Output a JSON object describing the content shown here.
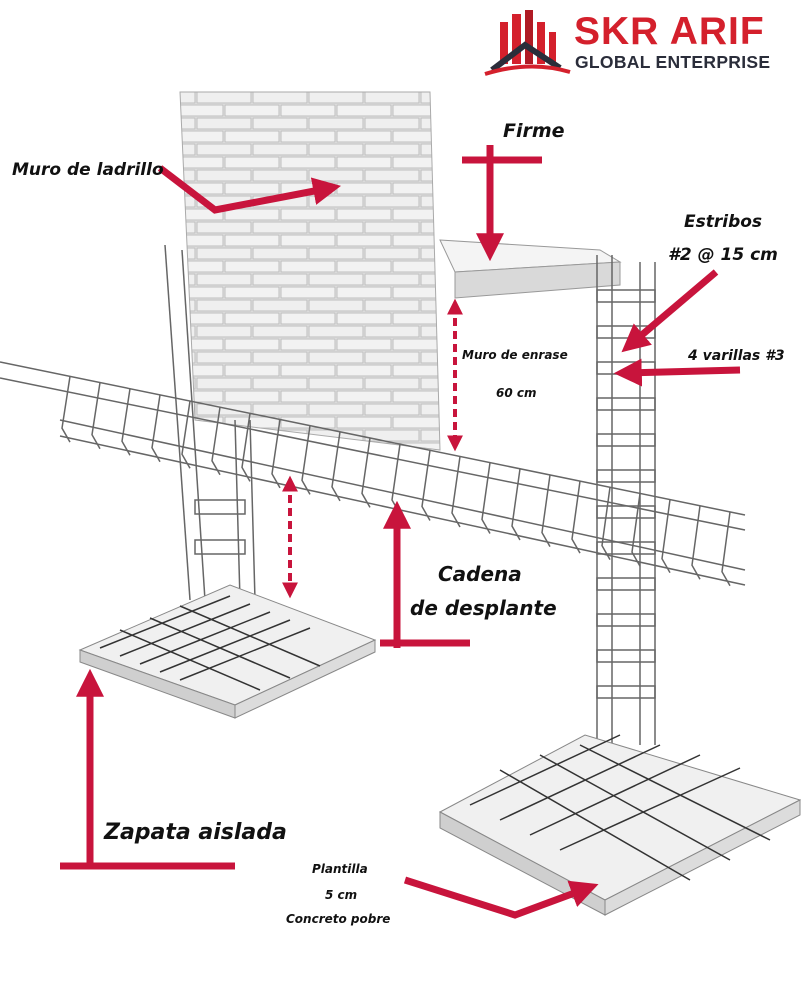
{
  "logo": {
    "name": "SKR ARIF",
    "subtitle": "GLOBAL ENTERPRISE"
  },
  "labels": {
    "muro_ladrillo": "Muro de ladrillo",
    "firme": "Firme",
    "estribos": "Estribos",
    "estribos_spec": "#2 @ 15 cm",
    "varillas": "4 varillas #3",
    "muro_enrase": "Muro de enrase",
    "enrase_height": "60 cm",
    "cadena_1": "Cadena",
    "cadena_2": "de desplante",
    "zapata": "Zapata aislada",
    "plantilla": "Plantilla",
    "plantilla_thickness": "5 cm",
    "concreto": "Concreto pobre"
  },
  "colors": {
    "arrow": "#c8143c",
    "logo_red": "#d4202c",
    "logo_dark": "#2a2d3a"
  }
}
